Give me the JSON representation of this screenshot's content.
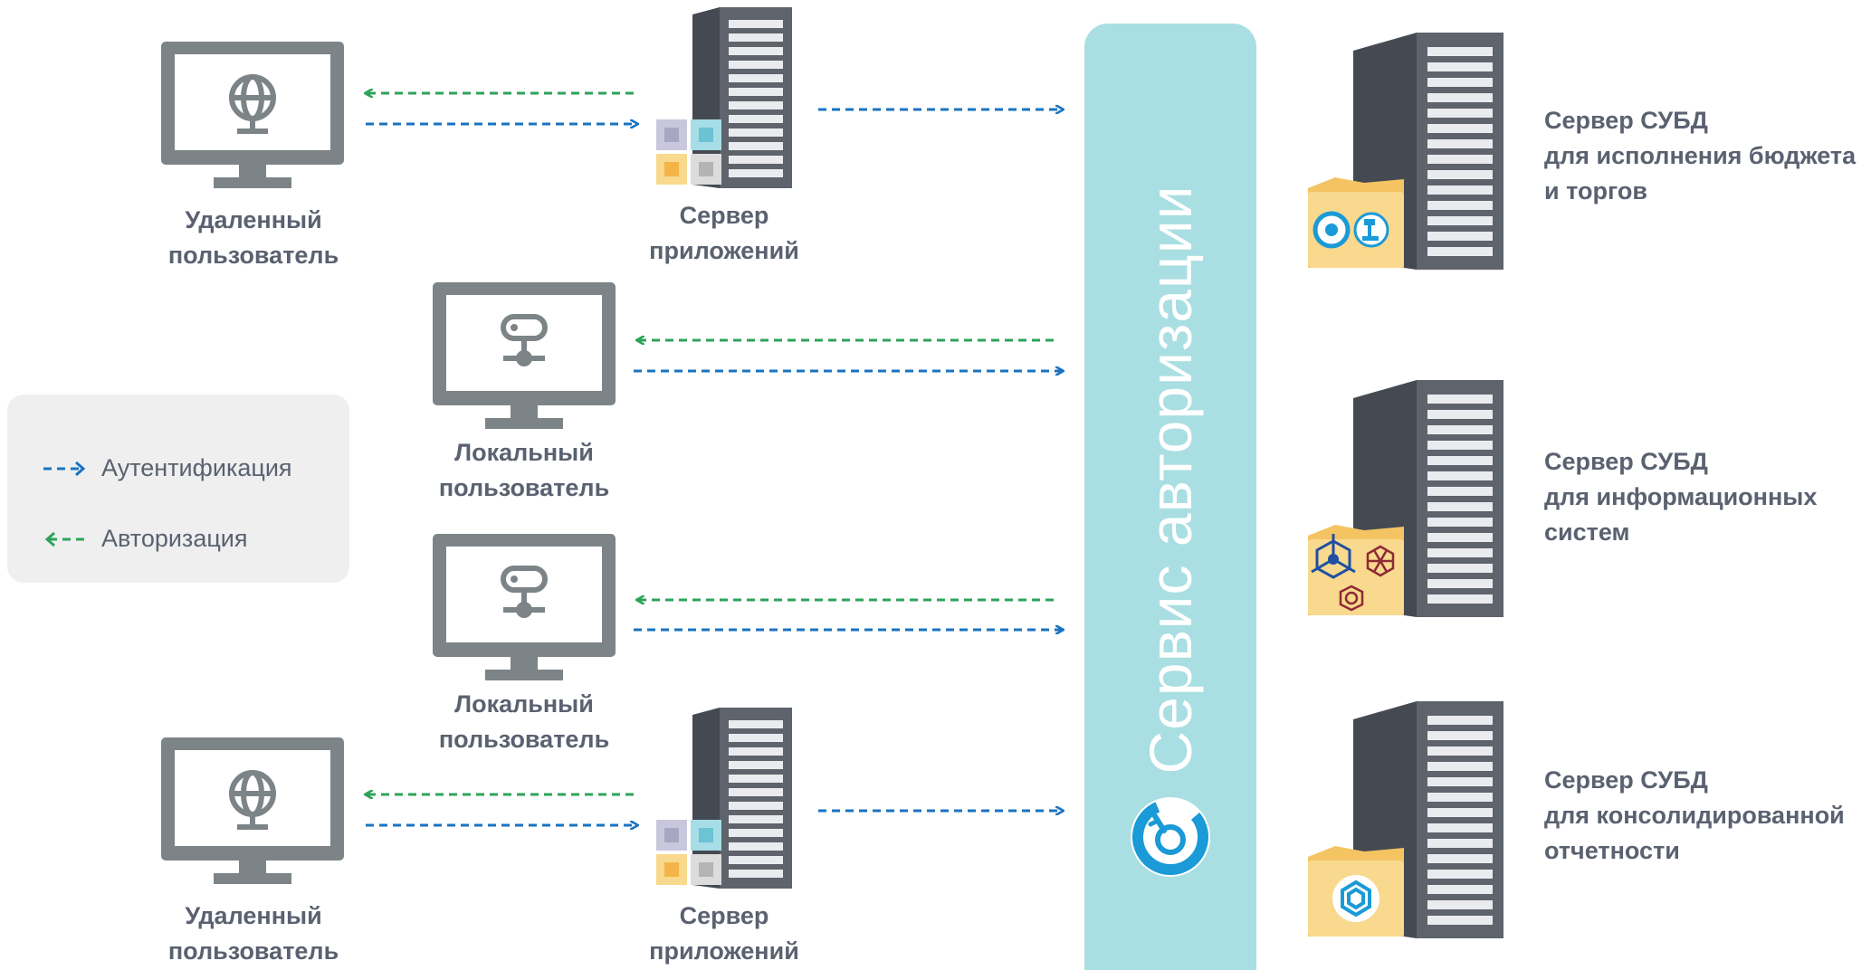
{
  "nodes": {
    "remote_user_top": {
      "line1": "Удаленный",
      "line2": "пользователь"
    },
    "app_server_top": {
      "line1": "Сервер",
      "line2": "приложений"
    },
    "local_user_1": {
      "line1": "Локальный",
      "line2": "пользователь"
    },
    "local_user_2": {
      "line1": "Локальный",
      "line2": "пользователь"
    },
    "remote_user_bottom": {
      "line1": "Удаленный",
      "line2": "пользователь"
    },
    "app_server_bottom": {
      "line1": "Сервер",
      "line2": "приложений"
    },
    "auth_service": {
      "label": "Сервис авторизации"
    },
    "db_budget": {
      "line1": "Сервер СУБД",
      "line2": "для исполнения бюджета",
      "line3": "и торгов"
    },
    "db_info": {
      "line1": "Сервер СУБД",
      "line2": "для информационных",
      "line3": "систем"
    },
    "db_consolidated": {
      "line1": "Сервер СУБД",
      "line2": "для консолидированной",
      "line3": "отчетности"
    }
  },
  "legend": {
    "authentication": "Аутентификация",
    "authorization": "Авторизация"
  },
  "colors": {
    "authentication_arrow": "#1a73c0",
    "authorization_arrow": "#2ea35a",
    "auth_bar": "#a9dfe2",
    "monitor": "#7d8487",
    "server": "#5e636c",
    "folder": "#f8d98d"
  },
  "icons": {
    "remote_user": "globe-icon",
    "local_user": "network-node-icon",
    "app_server": "server-icon",
    "db_server": "server-icon",
    "auth_service": "key-icon"
  }
}
